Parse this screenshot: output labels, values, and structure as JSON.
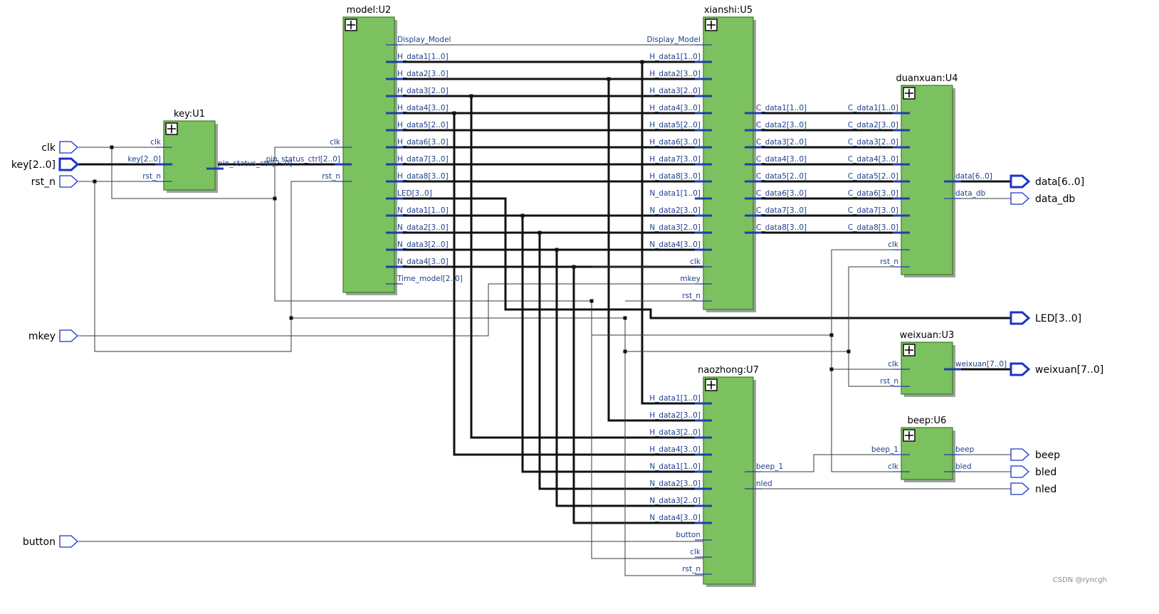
{
  "blocks": [
    {
      "id": "u1",
      "title": "key:U1",
      "left_ports": [
        "clk",
        "key[2..0]",
        "rst_n"
      ],
      "right_ports": [
        "pin_status_ctrl[2..0]"
      ]
    },
    {
      "id": "u2",
      "title": "model:U2",
      "left_ports": [
        "clk",
        "pin_status_ctrl[2..0]",
        "rst_n"
      ],
      "right_ports": [
        "Display_Model",
        "H_data1[1..0]",
        "H_data2[3..0]",
        "H_data3[2..0]",
        "H_data4[3..0]",
        "H_data5[2..0]",
        "H_data6[3..0]",
        "H_data7[3..0]",
        "H_data8[3..0]",
        "LED[3..0]",
        "N_data1[1..0]",
        "N_data2[3..0]",
        "N_data3[2..0]",
        "N_data4[3..0]",
        "Time_model[2..0]"
      ]
    },
    {
      "id": "u5",
      "title": "xianshi:U5",
      "left_ports": [
        "Display_Model",
        "H_data1[1..0]",
        "H_data2[3..0]",
        "H_data3[2..0]",
        "H_data4[3..0]",
        "H_data5[2..0]",
        "H_data6[3..0]",
        "H_data7[3..0]",
        "H_data8[3..0]",
        "N_data1[1..0]",
        "N_data2[3..0]",
        "N_data3[2..0]",
        "N_data4[3..0]",
        "clk",
        "mkey",
        "rst_n"
      ],
      "right_ports": [
        "C_data1[1..0]",
        "C_data2[3..0]",
        "C_data3[2..0]",
        "C_data4[3..0]",
        "C_data5[2..0]",
        "C_data6[3..0]",
        "C_data7[3..0]",
        "C_data8[3..0]"
      ]
    },
    {
      "id": "u4",
      "title": "duanxuan:U4",
      "left_ports": [
        "C_data1[1..0]",
        "C_data2[3..0]",
        "C_data3[2..0]",
        "C_data4[3..0]",
        "C_data5[2..0]",
        "C_data6[3..0]",
        "C_data7[3..0]",
        "C_data8[3..0]",
        "clk",
        "rst_n"
      ],
      "right_ports": [
        "data[6..0]",
        "data_db"
      ]
    },
    {
      "id": "u3",
      "title": "weixuan:U3",
      "left_ports": [
        "clk",
        "rst_n"
      ],
      "right_ports": [
        "weixuan[7..0]"
      ]
    },
    {
      "id": "u7",
      "title": "naozhong:U7",
      "left_ports": [
        "H_data1[1..0]",
        "H_data2[3..0]",
        "H_data3[2..0]",
        "H_data4[3..0]",
        "N_data1[1..0]",
        "N_data2[3..0]",
        "N_data3[2..0]",
        "N_data4[3..0]",
        "button",
        "clk",
        "rst_n"
      ],
      "right_ports": [
        "beep_1",
        "nled"
      ]
    },
    {
      "id": "u6",
      "title": "beep:U6",
      "left_ports": [
        "beep_1",
        "clk"
      ],
      "right_ports": [
        "beep",
        "bled"
      ]
    }
  ],
  "inputs": [
    "clk",
    "key[2..0]",
    "rst_n",
    "mkey",
    "button"
  ],
  "outputs": [
    "data[6..0]",
    "data_db",
    "LED[3..0]",
    "weixuan[7..0]",
    "beep",
    "bled",
    "nled"
  ],
  "watermark": "CSDN @ryncgh"
}
